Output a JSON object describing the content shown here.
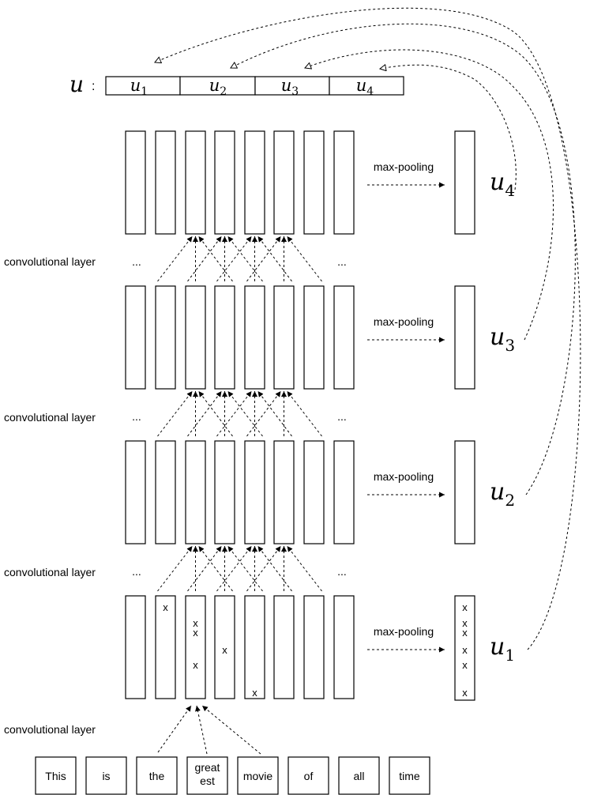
{
  "vector": {
    "label": "u",
    "colon": ":",
    "cells": [
      {
        "base": "u",
        "sub": "1"
      },
      {
        "base": "u",
        "sub": "2"
      },
      {
        "base": "u",
        "sub": "3"
      },
      {
        "base": "u",
        "sub": "4"
      }
    ]
  },
  "layers": [
    {
      "output": {
        "base": "u",
        "sub": "4"
      },
      "pooling_label": "max-pooling",
      "left_ellipsis": "...",
      "right_ellipsis": "..."
    },
    {
      "output": {
        "base": "u",
        "sub": "3"
      },
      "pooling_label": "max-pooling",
      "left_ellipsis": "...",
      "right_ellipsis": "..."
    },
    {
      "output": {
        "base": "u",
        "sub": "2"
      },
      "pooling_label": "max-pooling",
      "left_ellipsis": "...",
      "right_ellipsis": "..."
    },
    {
      "output": {
        "base": "u",
        "sub": "1"
      },
      "pooling_label": "max-pooling"
    }
  ],
  "conv_labels": [
    "convolutional layer",
    "convolutional layer",
    "convolutional layer",
    "convolutional layer"
  ],
  "feature_marks": {
    "symbol": "x",
    "cells": [
      {
        "column": 2,
        "label": "x"
      },
      {
        "column": 3,
        "label": "x"
      },
      {
        "column": 3,
        "label": "x"
      },
      {
        "column": 3,
        "label": "x"
      },
      {
        "column": 4,
        "label": "x"
      },
      {
        "column": 5,
        "label": "x"
      }
    ],
    "pooled": [
      "x",
      "x",
      "x",
      "x",
      "x",
      "x"
    ]
  },
  "words": [
    "This",
    "is",
    "the",
    "great\nest",
    "movie",
    "of",
    "all",
    "time"
  ]
}
